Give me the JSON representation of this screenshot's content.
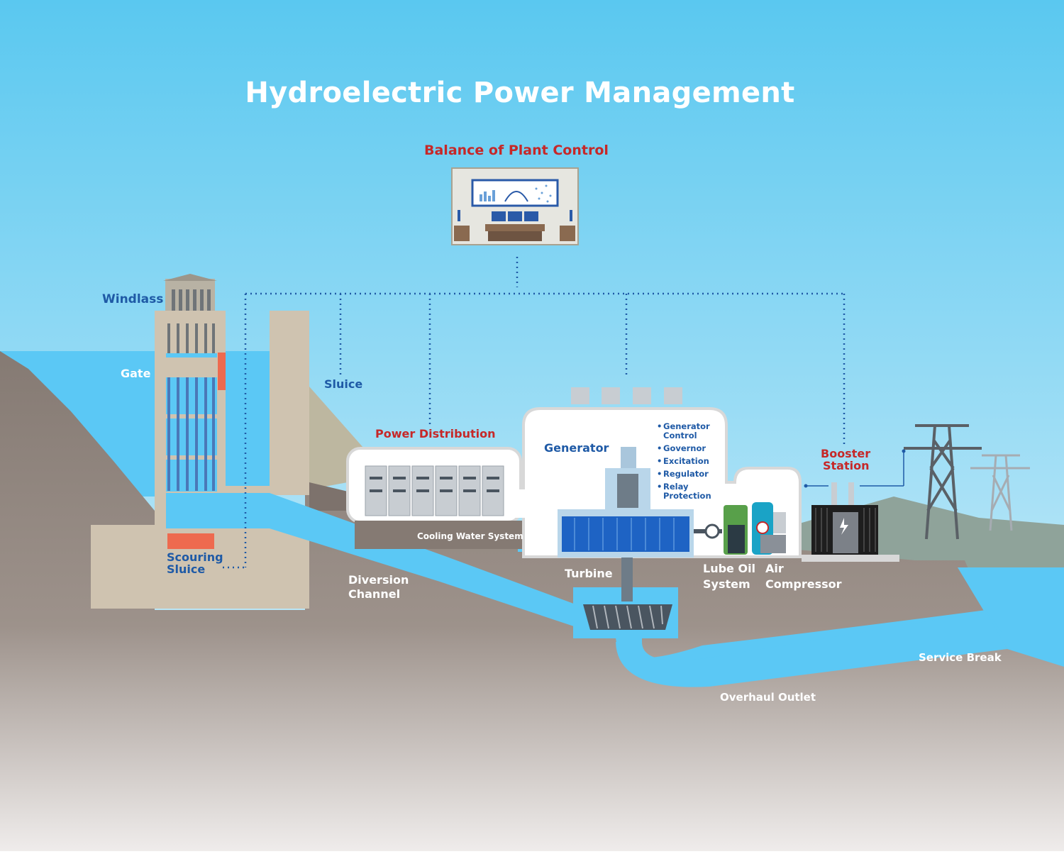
{
  "title": "Hydroelectric Power Management",
  "control": {
    "label": "Balance of Plant Control"
  },
  "labels": {
    "windlass": "Windlass",
    "gate": "Gate",
    "sluice": "Sluice",
    "scouring_sluice_1": "Scouring",
    "scouring_sluice_2": "Sluice",
    "power_distribution": "Power Distribution",
    "cooling_water": "Cooling Water System",
    "generator": "Generator",
    "turbine": "Turbine",
    "diversion_1": "Diversion",
    "diversion_2": "Channel",
    "lube_oil_1": "Lube Oil",
    "lube_oil_2": "System",
    "air_comp_1": "Air",
    "air_comp_2": "Compressor",
    "booster_1": "Booster",
    "booster_2": "Station",
    "service_break": "Service Break",
    "overhaul_outlet": "Overhaul Outlet"
  },
  "generator_functions": [
    "Generator\nControl",
    "Governor",
    "Excitation",
    "Regulator",
    "Relay\nProtection"
  ],
  "colors": {
    "sky_top": "#5ac8f0",
    "sky_bottom": "#d6eef9",
    "water": "#5bc8f5",
    "ground": "#8a807a",
    "concrete": "#cfc3b0",
    "accent_red": "#c62828",
    "label_blue": "#1f5aa6",
    "gate_orange": "#ee6a4f"
  }
}
